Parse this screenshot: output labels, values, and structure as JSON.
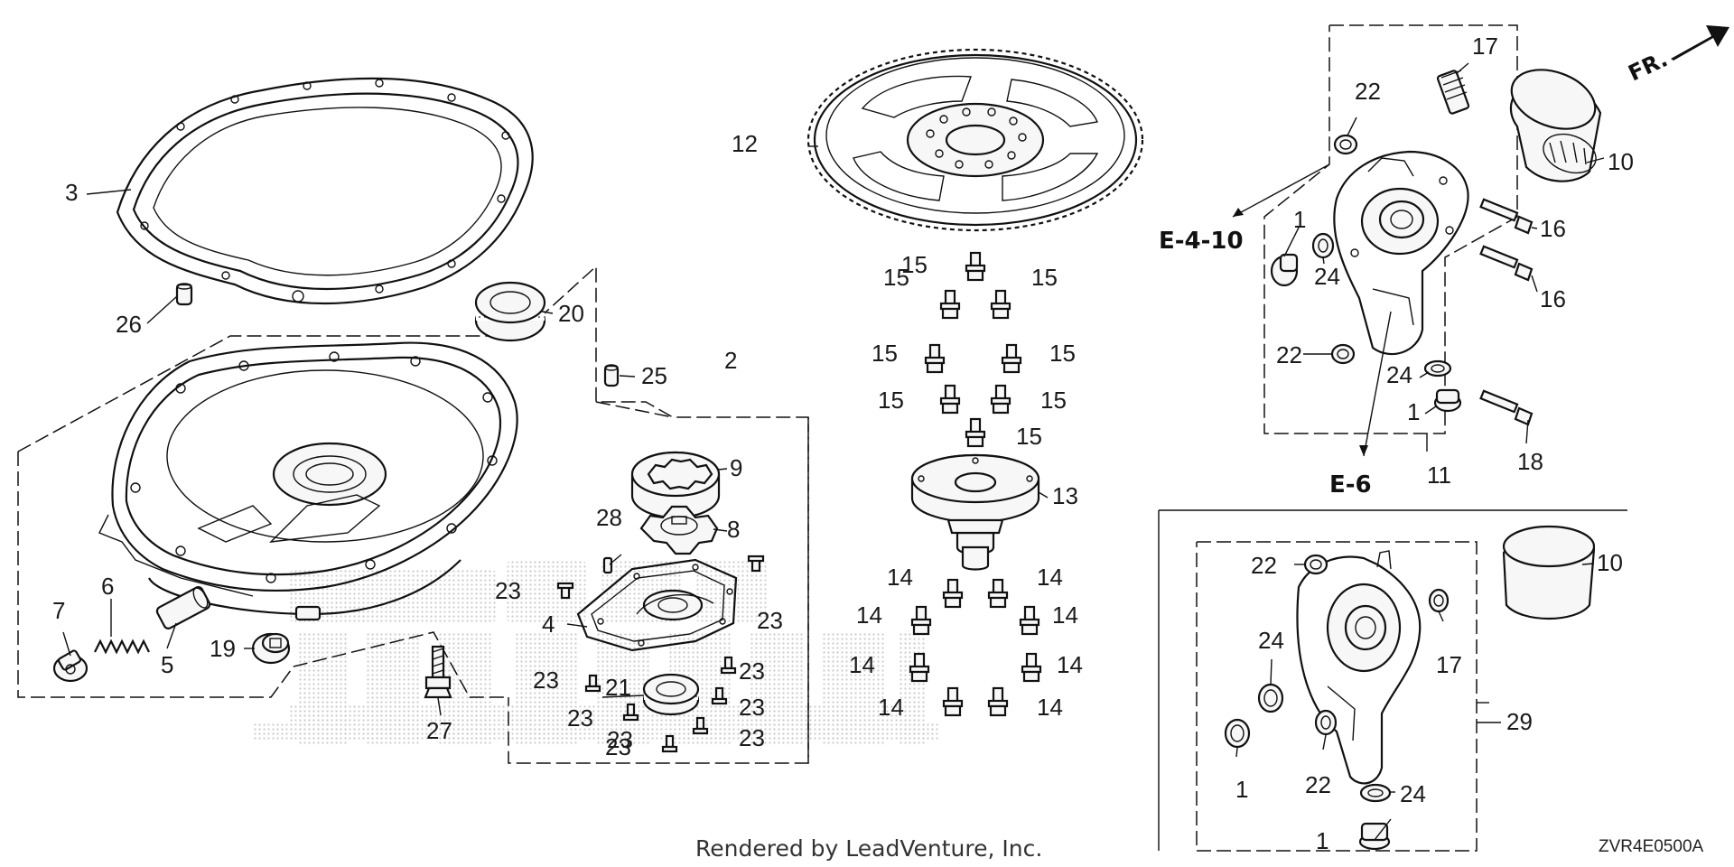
{
  "diagram": {
    "callouts": [
      {
        "id": "c1a",
        "text": "1"
      },
      {
        "id": "c1b",
        "text": "1"
      },
      {
        "id": "c1c",
        "text": "1"
      },
      {
        "id": "c1d",
        "text": "1"
      },
      {
        "id": "c2",
        "text": "2"
      },
      {
        "id": "c3",
        "text": "3"
      },
      {
        "id": "c4",
        "text": "4"
      },
      {
        "id": "c5",
        "text": "5"
      },
      {
        "id": "c6",
        "text": "6"
      },
      {
        "id": "c7",
        "text": "7"
      },
      {
        "id": "c8",
        "text": "8"
      },
      {
        "id": "c9",
        "text": "9"
      },
      {
        "id": "c10a",
        "text": "10"
      },
      {
        "id": "c10b",
        "text": "10"
      },
      {
        "id": "c11",
        "text": "11"
      },
      {
        "id": "c12",
        "text": "12"
      },
      {
        "id": "c13",
        "text": "13"
      },
      {
        "id": "c14a",
        "text": "14"
      },
      {
        "id": "c14b",
        "text": "14"
      },
      {
        "id": "c14c",
        "text": "14"
      },
      {
        "id": "c14d",
        "text": "14"
      },
      {
        "id": "c14e",
        "text": "14"
      },
      {
        "id": "c14f",
        "text": "14"
      },
      {
        "id": "c14g",
        "text": "14"
      },
      {
        "id": "c14h",
        "text": "14"
      },
      {
        "id": "c15a",
        "text": "15"
      },
      {
        "id": "c15b",
        "text": "15"
      },
      {
        "id": "c15c",
        "text": "15"
      },
      {
        "id": "c15d",
        "text": "15"
      },
      {
        "id": "c15e",
        "text": "15"
      },
      {
        "id": "c15f",
        "text": "15"
      },
      {
        "id": "c15g",
        "text": "15"
      },
      {
        "id": "c15h",
        "text": "15"
      },
      {
        "id": "c16a",
        "text": "16"
      },
      {
        "id": "c16b",
        "text": "16"
      },
      {
        "id": "c17a",
        "text": "17"
      },
      {
        "id": "c17b",
        "text": "17"
      },
      {
        "id": "c18",
        "text": "18"
      },
      {
        "id": "c19",
        "text": "19"
      },
      {
        "id": "c20",
        "text": "20"
      },
      {
        "id": "c21",
        "text": "21"
      },
      {
        "id": "c22a",
        "text": "22"
      },
      {
        "id": "c22b",
        "text": "22"
      },
      {
        "id": "c22c",
        "text": "22"
      },
      {
        "id": "c22d",
        "text": "22"
      },
      {
        "id": "c23a",
        "text": "23"
      },
      {
        "id": "c23b",
        "text": "23"
      },
      {
        "id": "c23c",
        "text": "23"
      },
      {
        "id": "c23d",
        "text": "23"
      },
      {
        "id": "c23e",
        "text": "23"
      },
      {
        "id": "c23f",
        "text": "23"
      },
      {
        "id": "c23g",
        "text": "23"
      },
      {
        "id": "c23h",
        "text": "23"
      },
      {
        "id": "c23i",
        "text": "23"
      },
      {
        "id": "c24a",
        "text": "24"
      },
      {
        "id": "c24b",
        "text": "24"
      },
      {
        "id": "c24c",
        "text": "24"
      },
      {
        "id": "c24d",
        "text": "24"
      },
      {
        "id": "c25",
        "text": "25"
      },
      {
        "id": "c26",
        "text": "26"
      },
      {
        "id": "c27",
        "text": "27"
      },
      {
        "id": "c28",
        "text": "28"
      },
      {
        "id": "c29",
        "text": "29"
      }
    ],
    "references": {
      "e410": "E-4-10",
      "e6": "E-6"
    },
    "direction_label": "FR.",
    "diagram_code": "ZVR4E0500A",
    "credit": "Rendered by LeadVenture, Inc.",
    "watermark": "HONDA MARINE"
  }
}
